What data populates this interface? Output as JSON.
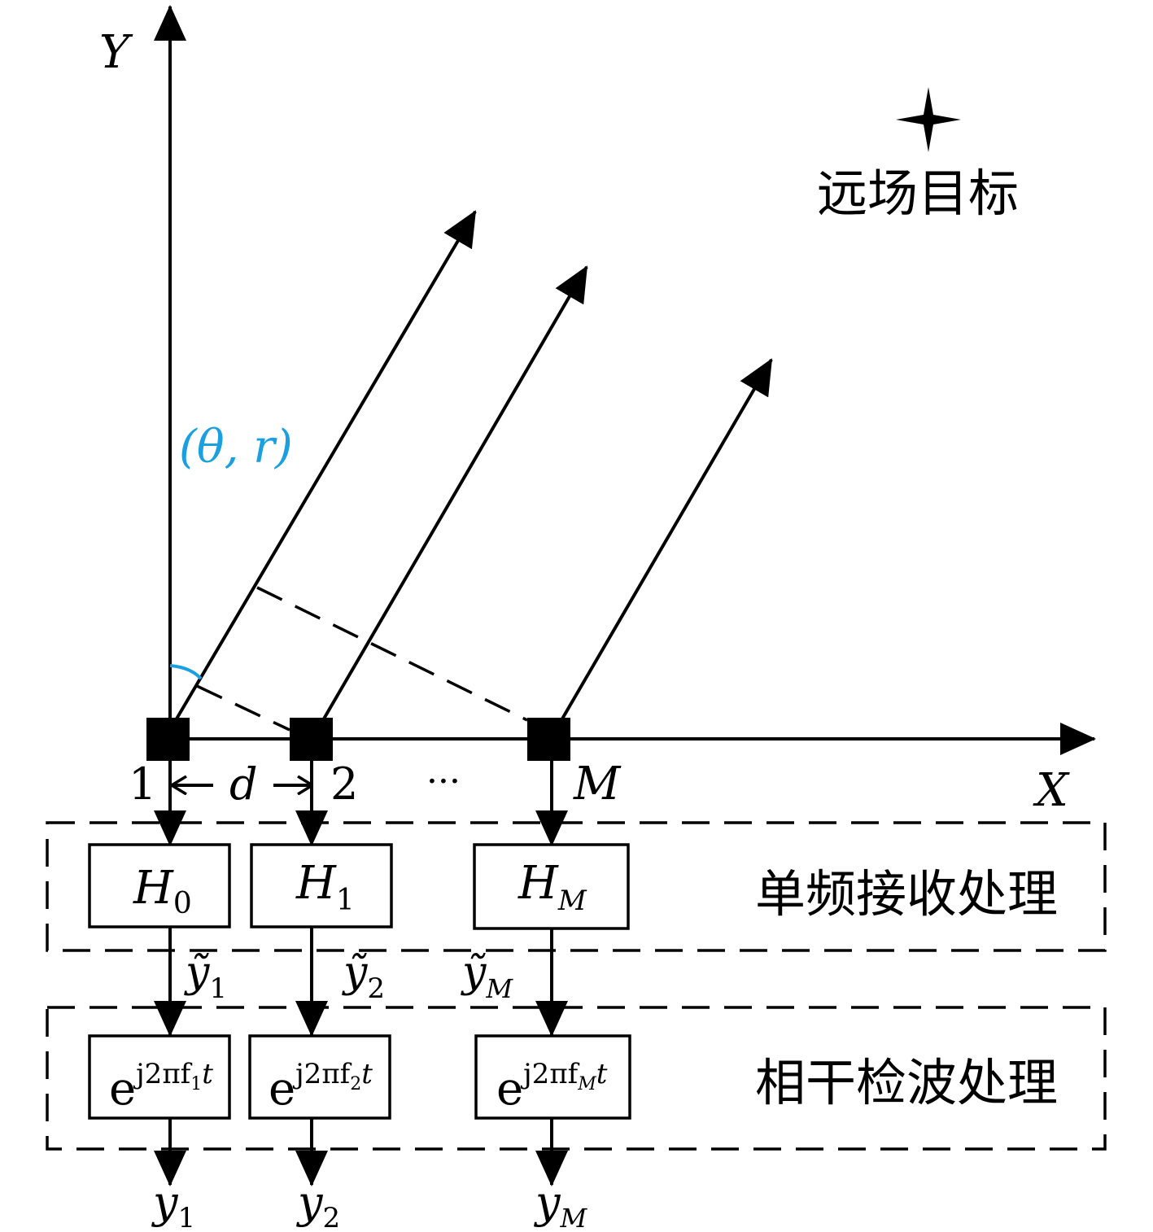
{
  "axes": {
    "y_label": "Y",
    "x_label": "X"
  },
  "target": {
    "label": "远场目标"
  },
  "angle_label": "(θ, r)",
  "elements": {
    "first": "1",
    "second": "2",
    "ellipsis": "···",
    "last": "M"
  },
  "spacing_label": "d",
  "stage1": {
    "label": "单频接收处理",
    "boxes": [
      {
        "base": "H",
        "sub": "0"
      },
      {
        "base": "H",
        "sub": "1"
      },
      {
        "base": "H",
        "sub": "M"
      }
    ]
  },
  "intermediate": [
    {
      "base": "ỹ",
      "sub": "1"
    },
    {
      "base": "ỹ",
      "sub": "2"
    },
    {
      "base": "ỹ",
      "sub": "M"
    }
  ],
  "stage2": {
    "label": "相干检波处理",
    "boxes": [
      {
        "base": "e",
        "exp": "j2πf",
        "exp_sub": "1",
        "exp_tail": "t"
      },
      {
        "base": "e",
        "exp": "j2πf",
        "exp_sub": "2",
        "exp_tail": "t"
      },
      {
        "base": "e",
        "exp": "j2πf",
        "exp_sub": "M",
        "exp_tail": "t"
      }
    ]
  },
  "outputs": [
    {
      "base": "y",
      "sub": "1"
    },
    {
      "base": "y",
      "sub": "2"
    },
    {
      "base": "y",
      "sub": "M"
    }
  ],
  "colors": {
    "angle_accent": "#1aa0e0",
    "stroke": "#000000"
  }
}
